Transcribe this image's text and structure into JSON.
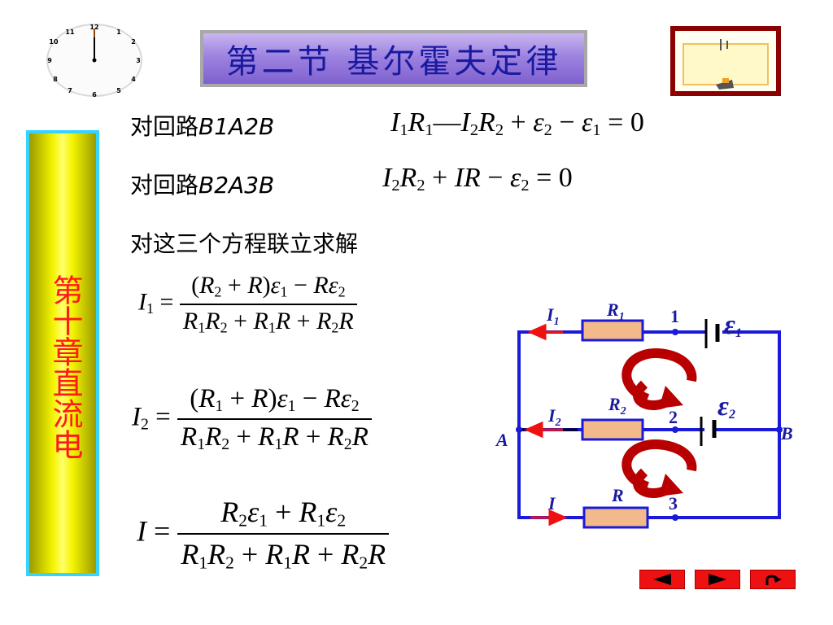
{
  "title": "第二节  基尔霍夫定律",
  "chapter": "第十章直流电",
  "loop1": {
    "prefix": "对回路",
    "label": "B1A2B"
  },
  "loop2": {
    "prefix": "对回路",
    "label": "B2A3B"
  },
  "eq1": {
    "I1": "I",
    "R1": "R",
    "dash": "—",
    "I2": "I",
    "R2": "R",
    "plus": "+",
    "e2": "ε",
    "minus": "−",
    "e1": "ε",
    "equals": "=",
    "zero": "0"
  },
  "eq2": {
    "text_I2R2": "I",
    "R": "R",
    "plus": "+",
    "IR": "IR",
    "minus": "−",
    "e2": "ε",
    "equals": "=",
    "zero": "0"
  },
  "solve_text": "对这三个方程联立求解",
  "sub": {
    "one": "1",
    "two": "2"
  },
  "circuit": {
    "labels": {
      "I1": "I",
      "I1_sub": "1",
      "R1": "R",
      "R1_sub": "1",
      "n1": "1",
      "e1": "ε",
      "e1_sub": "1",
      "I2": "I",
      "I2_sub": "2",
      "R2": "R",
      "R2_sub": "2",
      "n2": "2",
      "e2": "ε",
      "e2_sub": "2",
      "A": "A",
      "B": "B",
      "I": "I",
      "R": "R",
      "n3": "3"
    },
    "wire_color": "#1a1ad8",
    "arrow_color": "#ee1111",
    "resistor_color": "#f2b98a",
    "loop_arrow_color": "#b80000"
  },
  "nav": {
    "prev_icon": "triangle-left-icon",
    "next_icon": "triangle-right-icon",
    "return_icon": "return-icon"
  },
  "colors": {
    "title_text": "#1a1aa0",
    "side_text": "#ff1a1a",
    "side_border": "#35d3ff",
    "frame": "#8b0000"
  }
}
